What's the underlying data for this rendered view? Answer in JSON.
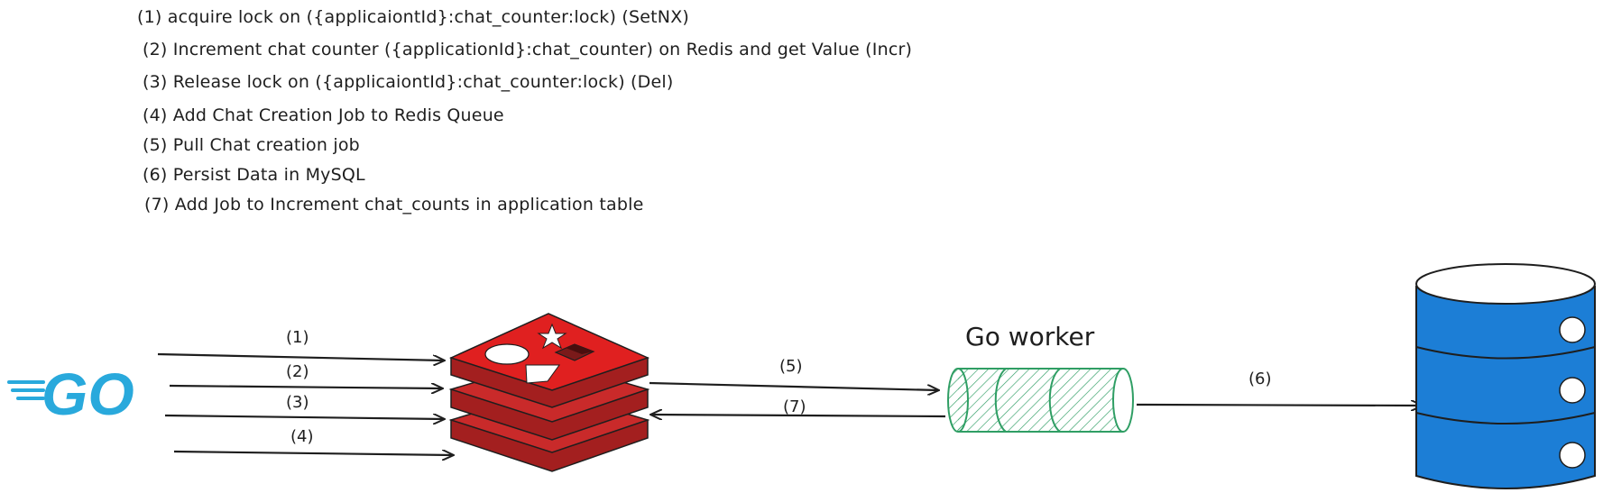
{
  "steps": [
    "(1) acquire lock on ({applicaiontId}:chat_counter:lock)  (SetNX)",
    "(2) Increment chat counter ({applicationId}:chat_counter) on Redis and get Value (Incr)",
    "(3) Release lock on ({applicaiontId}:chat_counter:lock) (Del)",
    "(4) Add Chat Creation Job to Redis Queue",
    "(5) Pull Chat creation job",
    "(6) Persist Data in MySQL",
    "(7) Add Job to Increment chat_counts in application table"
  ],
  "arrow_labels": {
    "a1": "(1)",
    "a2": "(2)",
    "a3": "(3)",
    "a4": "(4)",
    "a5": "(5)",
    "a7": "(7)",
    "a6": "(6)"
  },
  "go_logo": {
    "text": "GO",
    "color": "#29a9dc"
  },
  "worker": {
    "title": "Go worker",
    "color": "#2f9e64"
  },
  "colors": {
    "redis_top": "#e02020",
    "redis_side": "#a31f1f",
    "db_fill": "#1c7ed6",
    "ink": "#1e1e1e"
  },
  "icons": [
    "go-logo-icon",
    "redis-icon",
    "queue-icon",
    "database-icon"
  ]
}
